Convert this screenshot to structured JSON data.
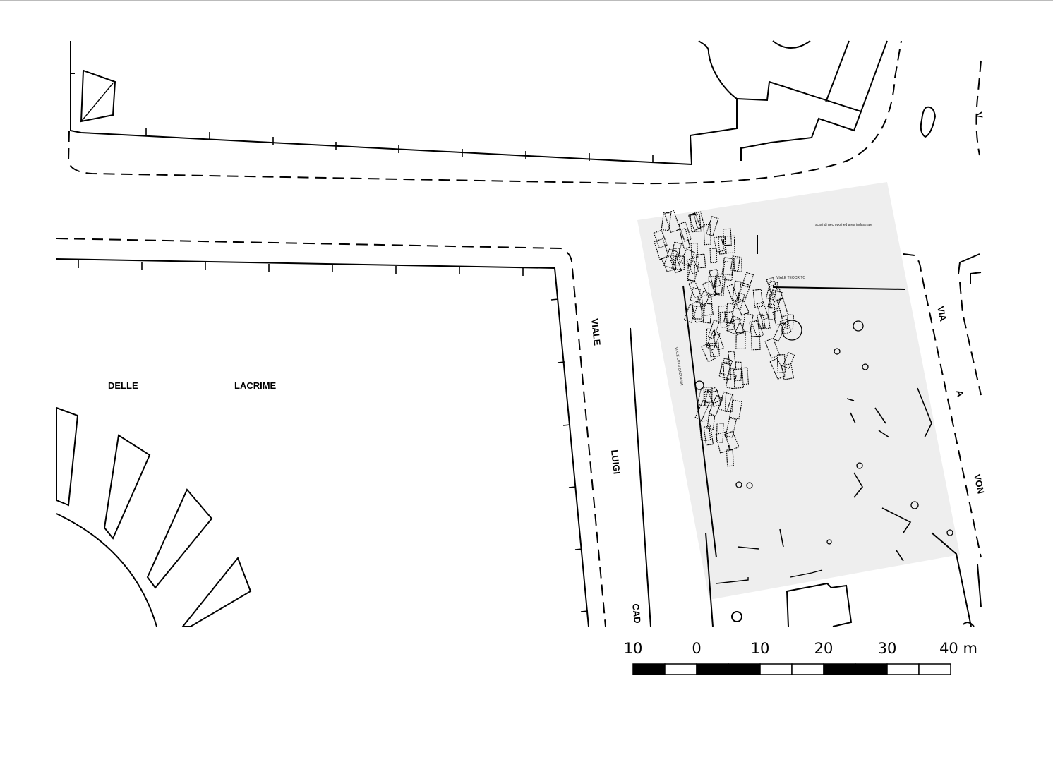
{
  "map": {
    "colors": {
      "ink": "#000000",
      "paper": "#ffffff",
      "scan": "#eeeeee"
    },
    "street_labels": {
      "delle": "DELLE",
      "lacrime": "LACRIME",
      "viale": "VIALE",
      "luigi": "LUIGI",
      "cad": "CAD",
      "via": "VIA",
      "a": "A",
      "von": "VON",
      "v": "V"
    },
    "scan_overlay": {
      "viale_teocrito": "VIALE TEOCRITO",
      "viale_luigi_cadorna": "VIALE LUIGI CADORNA"
    },
    "scale_bar": {
      "labels": [
        "10",
        "0",
        "10",
        "20",
        "30",
        "40 m"
      ]
    }
  }
}
